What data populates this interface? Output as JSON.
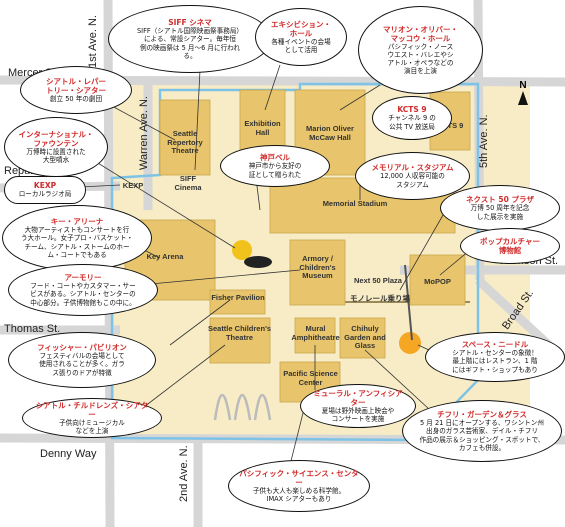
{
  "colors": {
    "ground": "#f7ecc6",
    "building": "#e8c56c",
    "water": "#4aa6d8",
    "boundary": "#7ec3e6",
    "road": "#cfcfcf",
    "accent": "#d12a2a"
  },
  "streets": {
    "first_ave": "1st Ave. N.",
    "mercer": "Mercer St.",
    "warren": "Warren Ave. N.",
    "republican": "Republican St.",
    "harrison": "Harrison St.",
    "thomas": "Thomas St.",
    "fifth": "5th Ave. N.",
    "broad": "Broad St.",
    "denny": "Denny Way",
    "second_ave": "2nd Ave. N."
  },
  "compass": "N",
  "buildings": {
    "seattle_rep": "Seattle\nRepertory\nTheatre",
    "exhibition": "Exhibition\nHall",
    "mccaw": "Marion Oliver\nMcCaw Hall",
    "kcts": "KCTS 9",
    "siff": "SIFF\nCinema",
    "kexp": "KEXP",
    "memorial": "Memorial Stadium",
    "key_arena": "Key Arena",
    "armory": "Armory /\nChildren's\nMuseum",
    "next50": "Next 50 Plaza",
    "mopop": "MoPOP",
    "monorail": "モノレール乗り場",
    "fisher": "Fisher Pavilion",
    "childrens": "Seattle Children's\nTheatre",
    "mural": "Mural\nAmphitheatre",
    "chihuly": "Chihuly\nGarden and Glass",
    "pacific": "Pacific Science\nCenter"
  },
  "callouts": {
    "siff": {
      "title": "SIFF シネマ",
      "desc": "SIFF（シアトル国際映画祭事務局）\nによる、常設シアター。毎年恒\n例の映画祭は 5 月～6 月に行われ\nる。"
    },
    "exhibition": {
      "title": "エキシビション・\nホール",
      "desc": "各種イベントの会場\nとして活用"
    },
    "mccaw": {
      "title": "マリオン・オリバー・\nマッコウ・ホール",
      "desc": "パシフィック・ノース\nウエスト・バレエやシ\nアトル・オペラなどの\n演目を上演"
    },
    "kcts": {
      "title": "KCTS 9",
      "desc": "チャンネル 9 の\n公共 TV 放送局"
    },
    "seattle_rep": {
      "title": "シアトル・レパー\nトリー・シアター",
      "desc": "創立 50 年の劇団"
    },
    "fountain": {
      "title": "インターナショナル・\nファウンテン",
      "desc": "万博時に設置された\n大型噴水"
    },
    "bell": {
      "title": "神戸ベル",
      "desc": "神戸市から友好の\n証として贈られた"
    },
    "memorial": {
      "title": "メモリアル・スタジアム",
      "desc": "12,000 人収容可能の\nスタジアム"
    },
    "kexp": {
      "title": "KEXP",
      "desc": "ローカルラジオ局"
    },
    "key_arena": {
      "title": "キー・アリーナ",
      "desc": "大物アーティストもコンサートを行\nう大ホール。女子プロ・バスケット・\nチーム、シアトル・ストームのホー\nム・コートでもある"
    },
    "next50": {
      "title": "ネクスト 50 プラザ",
      "desc": "万博 50 周年を記念\nした展示を実施"
    },
    "mopop": {
      "title": "ポップカルチャー\n博物館",
      "desc": ""
    },
    "armory": {
      "title": "アーモリー",
      "desc": "フード・コートやカスタマー・サー\nビスがある。シアトル・センターの\n中心部分。子供博物館もこの中に。"
    },
    "fisher": {
      "title": "フィッシャー・パビリオン",
      "desc": "フェスティバルの会場として\n使用されることが多く。ガラ\nス張りのドアが特徴"
    },
    "needle": {
      "title": "スペース・ニードル",
      "desc": "シアトル・センターの象徴！\n最上階にはレストラン、1 階\nにはギフト・ショップもあり"
    },
    "childrens": {
      "title": "シアトル・チルドレンズ・シアター",
      "desc": "子供向けミュージカル\nなどを上演"
    },
    "mural": {
      "title": "ミューラル・アンフィシアター",
      "desc": "夏場は野外映画上映会や\nコンサートを実施"
    },
    "chihuly": {
      "title": "チフリ・ガーデン＆グラス",
      "desc": "5 月 21 日にオープンする、ワシントン州\n出身のガラス芸術家、デイル・チフリ\n作品の展示＆ショッピング・スポットで、\nカフェも併設。"
    },
    "pacific": {
      "title": "パシフィック・サイエンス・センター",
      "desc": "子供も大人も楽しめる科学館。\nIMAX シアターもあり"
    }
  }
}
